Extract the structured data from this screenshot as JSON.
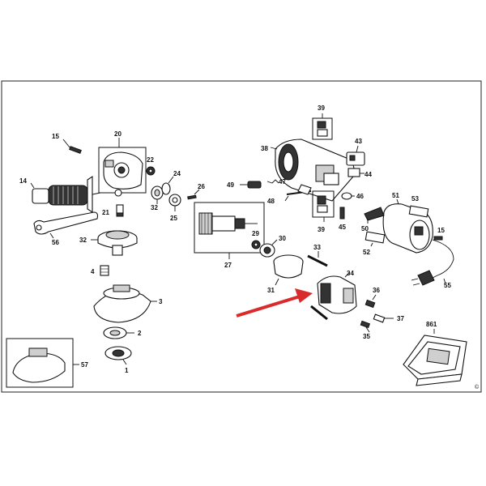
{
  "callouts": {
    "p1": "1",
    "p2": "2",
    "p3": "3",
    "p4": "4",
    "p14": "14",
    "p15a": "15",
    "p15b": "15",
    "p20": "20",
    "p21": "21",
    "p22": "22",
    "p24": "24",
    "p25": "25",
    "p26": "26",
    "p27": "27",
    "p29": "29",
    "p30": "30",
    "p31": "31",
    "p32a": "32",
    "p32b": "32",
    "p33": "33",
    "p34": "34",
    "p35": "35",
    "p36": "36",
    "p37": "37",
    "p38": "38",
    "p39a": "39",
    "p39b": "39",
    "p43": "43",
    "p44": "44",
    "p45": "45",
    "p46": "46",
    "p47": "47",
    "p48": "48",
    "p49": "49",
    "p50": "50",
    "p51": "51",
    "p52": "52",
    "p53": "53",
    "p55": "55",
    "p56": "56",
    "p57": "57",
    "p861": "861"
  },
  "colors": {
    "arrow": "#d92b2b",
    "ink": "#111111"
  },
  "corner_mark": "©"
}
